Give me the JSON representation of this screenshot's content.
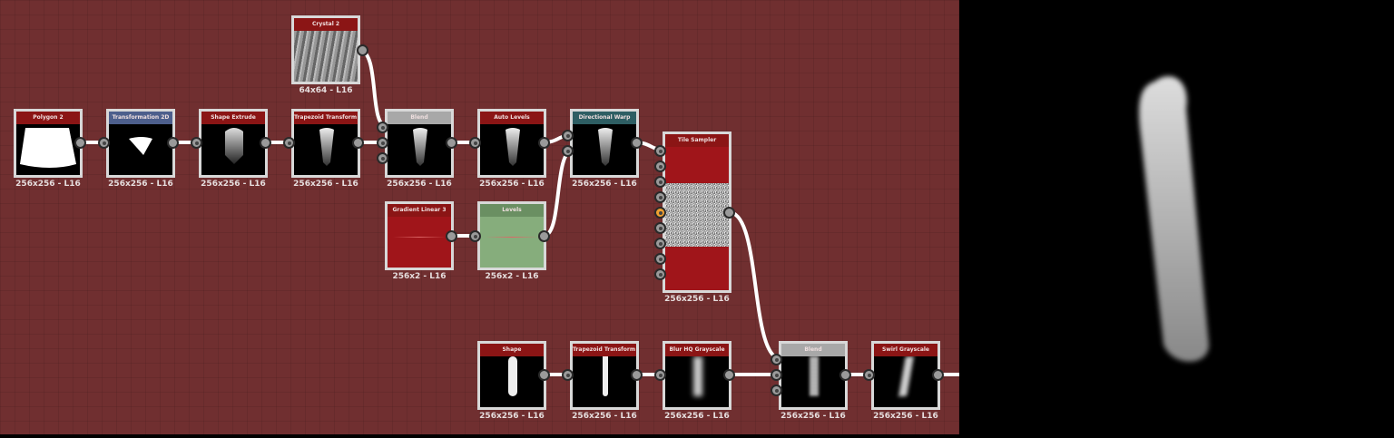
{
  "nodes": [
    {
      "id": "crystal2",
      "title": "Crystal 2",
      "size": "64x64 - L16",
      "header": "#8b1515"
    },
    {
      "id": "polygon2",
      "title": "Polygon 2",
      "size": "256x256 - L16",
      "header": "#8b1515"
    },
    {
      "id": "transform2d",
      "title": "Transformation 2D",
      "size": "256x256 - L16",
      "header": "#4d5f8c"
    },
    {
      "id": "shapeextrude",
      "title": "Shape Extrude",
      "size": "256x256 - L16",
      "header": "#8b1515"
    },
    {
      "id": "trapezoid1",
      "title": "Trapezoid Transform G...",
      "size": "256x256 - L16",
      "header": "#8b1515"
    },
    {
      "id": "blend1",
      "title": "Blend",
      "size": "256x256 - L16",
      "header": "#a8a8a8"
    },
    {
      "id": "autolevels",
      "title": "Auto Levels",
      "size": "256x256 - L16",
      "header": "#8b1515"
    },
    {
      "id": "dirwarp",
      "title": "Directional Warp",
      "size": "256x256 - L16",
      "header": "#2e5e63"
    },
    {
      "id": "gradlinear3",
      "title": "Gradient Linear 3",
      "size": "256x2 - L16",
      "header": "#8b1515"
    },
    {
      "id": "levels",
      "title": "Levels",
      "size": "256x2 - L16",
      "header": "#6a8f62"
    },
    {
      "id": "tilesampler",
      "title": "Tile Sampler",
      "size": "256x256 - L16",
      "header": "#8b1515"
    },
    {
      "id": "shape",
      "title": "Shape",
      "size": "256x256 - L16",
      "header": "#8b1515"
    },
    {
      "id": "trapezoid2",
      "title": "Trapezoid Transform G...",
      "size": "256x256 - L16",
      "header": "#8b1515"
    },
    {
      "id": "blurhq",
      "title": "Blur HQ Grayscale",
      "size": "256x256 - L16",
      "header": "#8b1515"
    },
    {
      "id": "blend2",
      "title": "Blend",
      "size": "256x256 - L16",
      "header": "#a8a8a8"
    },
    {
      "id": "swirl",
      "title": "Swirl Grayscale",
      "size": "256x256 - L16",
      "header": "#8b1515"
    }
  ]
}
